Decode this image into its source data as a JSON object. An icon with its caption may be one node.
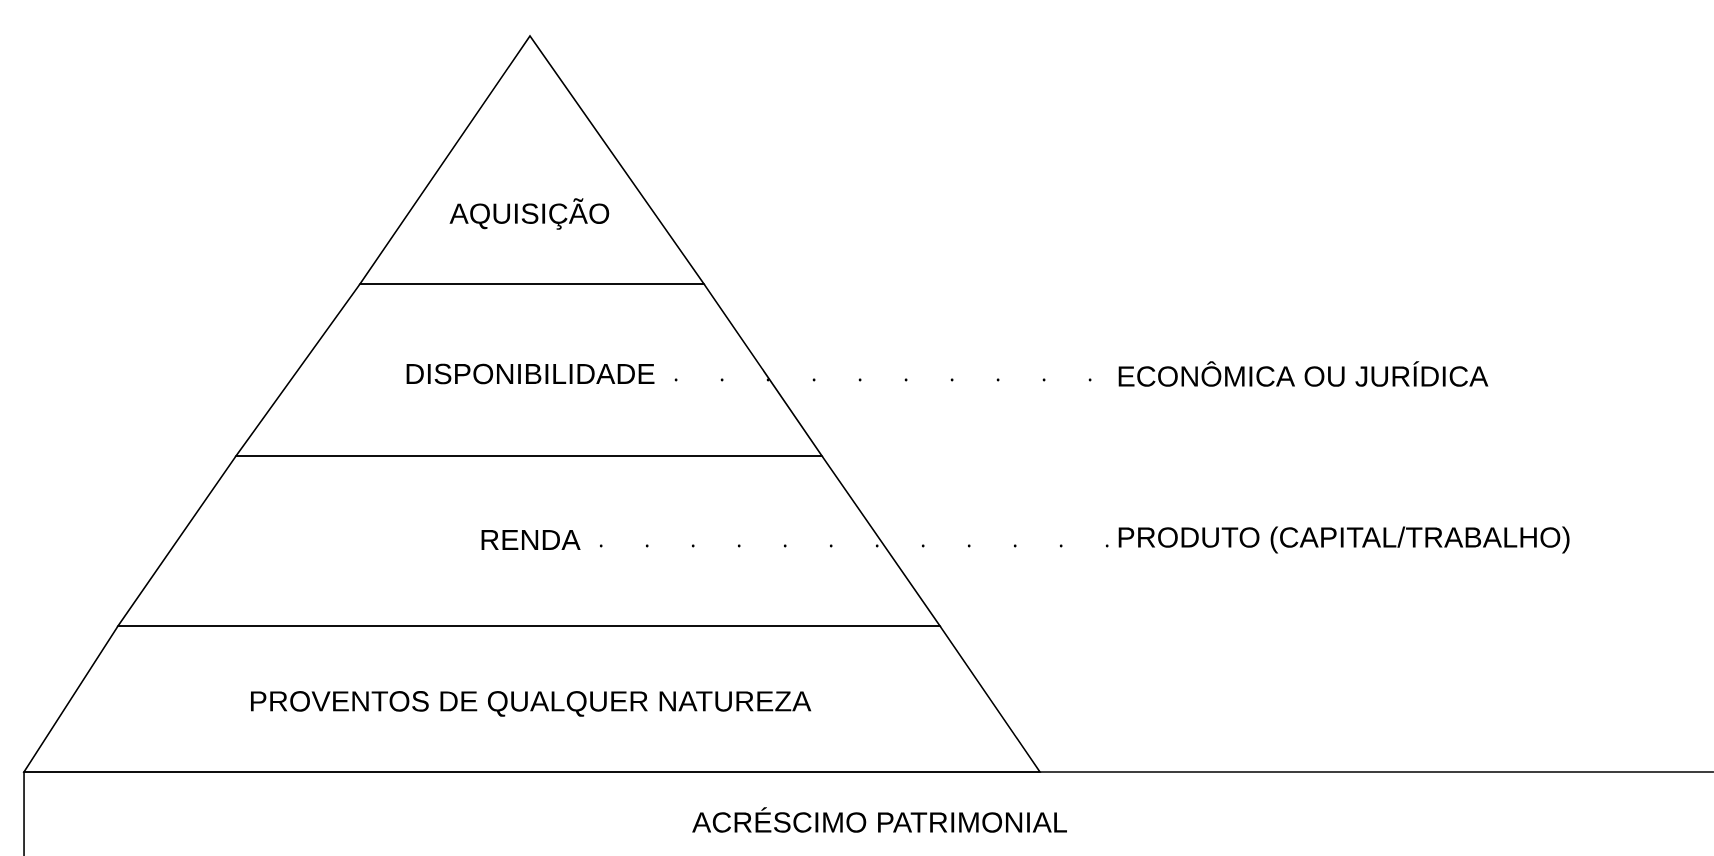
{
  "diagram": {
    "nodes": [
      {
        "text": [
          "AQUISIÇÃO"
        ]
      },
      {
        "text": [
          "DISPONIBILIDADE"
        ]
      },
      {
        "text": [
          "RENDA"
        ]
      },
      {
        "text": [
          "PROVENTOS DE QUALQUER NATUREZA"
        ]
      },
      {
        "text": [
          "ACRÉSCIMO PATRIMONIAL"
        ]
      },
      {
        "text": [
          "ECONÔMICA OU JURÍDICA"
        ]
      },
      {
        "text": [
          "PRODUTO (CAPITAL/TRABALHO)"
        ]
      }
    ],
    "edges": [
      {
        "from": 1,
        "to": 5,
        "arrow": "none",
        "style": "dashed"
      },
      {
        "from": 2,
        "to": 6,
        "arrow": "none",
        "style": "dashed"
      }
    ]
  }
}
